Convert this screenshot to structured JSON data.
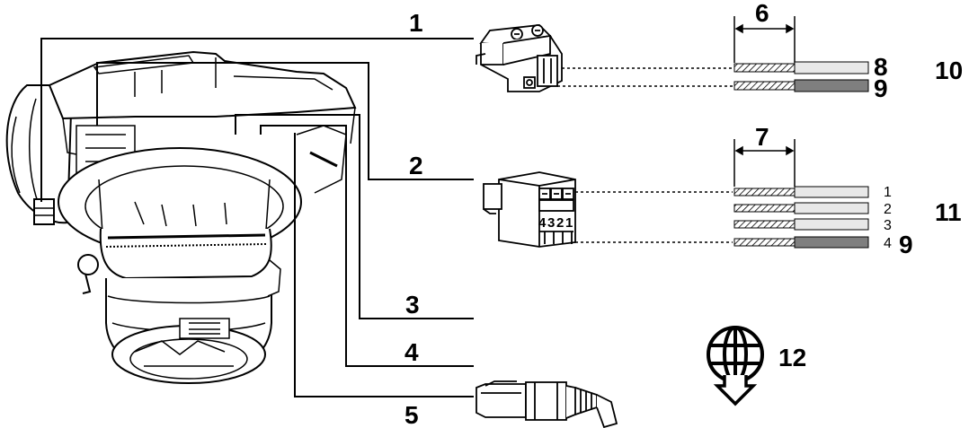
{
  "callouts": {
    "c1": "1",
    "c2": "2",
    "c3": "3",
    "c4": "4",
    "c5": "5",
    "c6": "6",
    "c7": "7",
    "c8": "8",
    "c9a": "9",
    "c9b": "9",
    "c10": "10",
    "c11": "11",
    "c12": "12"
  },
  "io_pins": [
    "1",
    "2",
    "3",
    "4"
  ],
  "io_terminal_labels": [
    "4",
    "3",
    "2",
    "1"
  ],
  "icons": {
    "camera": "dome-camera-icon",
    "power_connector": "two-pin-terminal-block-icon",
    "io_connector": "four-pin-terminal-block-icon",
    "network_plug": "rj45-plug-icon",
    "globe": "globe-download-icon"
  },
  "colors": {
    "ink": "#000000",
    "wire_dark": "#7f7f7f",
    "wire_light": "#e8e8e8"
  }
}
